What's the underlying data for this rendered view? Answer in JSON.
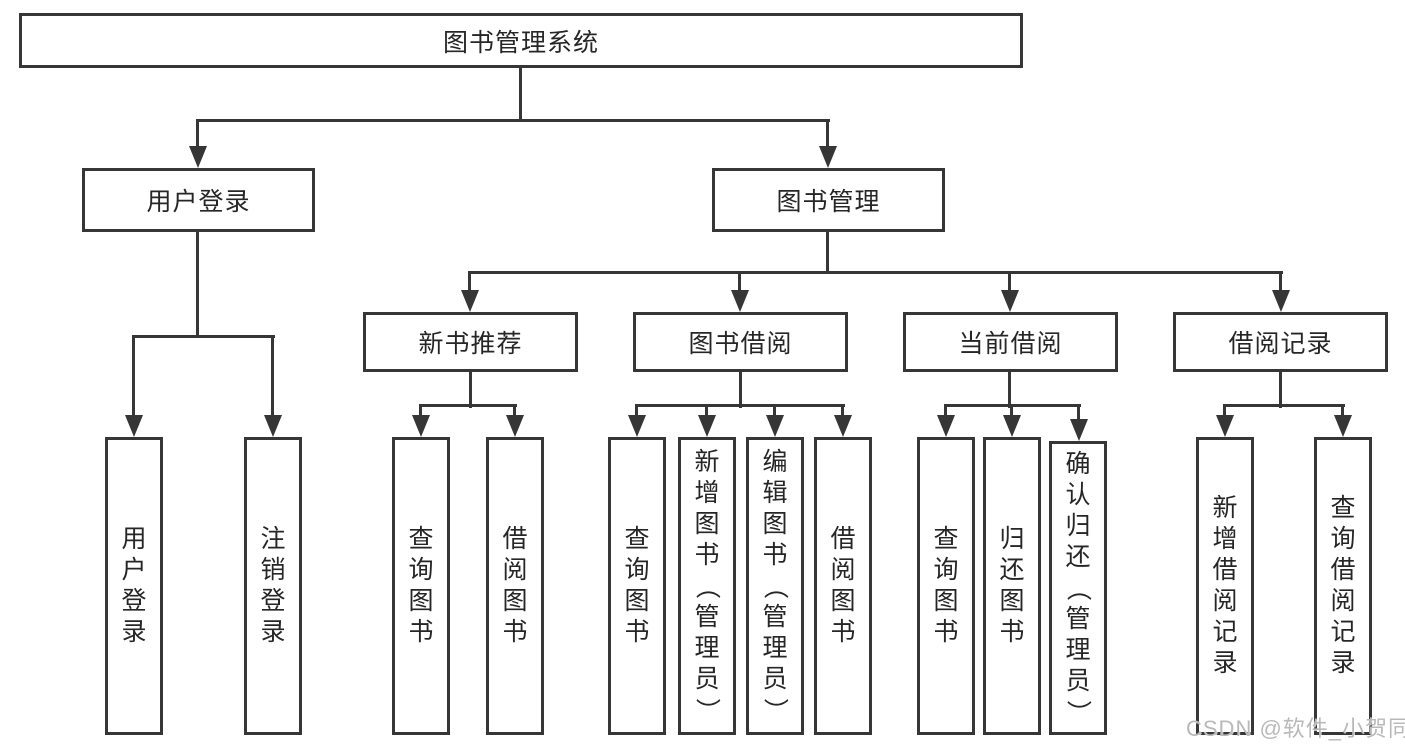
{
  "tree": {
    "label": "图书管理系统",
    "children": [
      {
        "label": "用户登录",
        "children": [
          {
            "label": "用户登录"
          },
          {
            "label": "注销登录"
          }
        ]
      },
      {
        "label": "图书管理",
        "children": [
          {
            "label": "新书推荐",
            "children": [
              {
                "label": "查询图书"
              },
              {
                "label": "借阅图书"
              }
            ]
          },
          {
            "label": "图书借阅",
            "children": [
              {
                "label": "查询图书"
              },
              {
                "label": "新增图书（管理员）"
              },
              {
                "label": "编辑图书（管理员）"
              },
              {
                "label": "借阅图书"
              }
            ]
          },
          {
            "label": "当前借阅",
            "children": [
              {
                "label": "查询图书"
              },
              {
                "label": "归还图书"
              },
              {
                "label": "确认归还（管理员）"
              }
            ]
          },
          {
            "label": "借阅记录",
            "children": [
              {
                "label": "新增借阅记录"
              },
              {
                "label": "查询借阅记录"
              }
            ]
          }
        ]
      }
    ]
  },
  "watermark": {
    "text": "CSDN @软件_小贺同学"
  },
  "colors": {
    "line": "#363636",
    "text": "#262626",
    "watermark": "#b9b9b9",
    "background": "#ffffff"
  }
}
